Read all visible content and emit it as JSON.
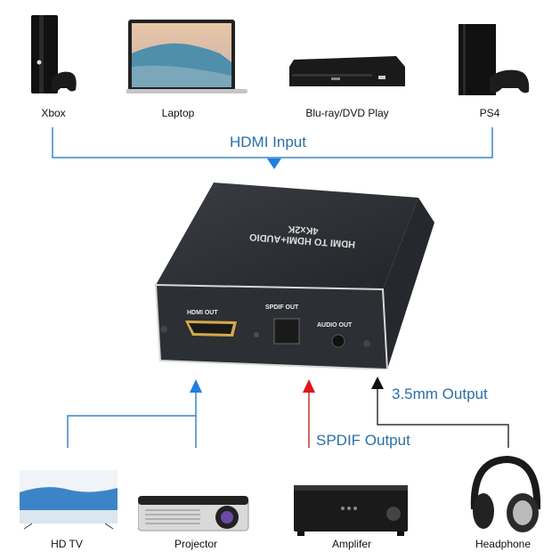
{
  "inputs": [
    {
      "label": "Xbox",
      "icon": "xbox-console-icon"
    },
    {
      "label": "Laptop",
      "icon": "laptop-icon"
    },
    {
      "label": "Blu-ray/DVD Play",
      "icon": "dvd-player-icon"
    },
    {
      "label": "PS4",
      "icon": "ps4-console-icon"
    }
  ],
  "input_bus_label": "HDMI Input",
  "device": {
    "top_line1": "HDMI TO HDMI+AUDIO",
    "top_line2": "4Kx2K",
    "ports": [
      "HDMI OUT",
      "SPDIF OUT",
      "AUDIO OUT"
    ]
  },
  "output_labels": {
    "spdif": "SPDIF Output",
    "analog": "3.5mm Output"
  },
  "outputs": [
    {
      "label": "HD TV",
      "icon": "tv-icon"
    },
    {
      "label": "Projector",
      "icon": "projector-icon"
    },
    {
      "label": "Amplifer",
      "icon": "amplifier-icon"
    },
    {
      "label": "Headphone",
      "icon": "headphone-icon"
    }
  ],
  "colors": {
    "hdmi_line": "#3a86c8",
    "hdmi_arrow": "#1f7fe0",
    "spdif_line": "#c0392b",
    "spdif_arrow": "#e0141e",
    "analog_line": "#333333",
    "label_blue": "#2a6fa8"
  }
}
